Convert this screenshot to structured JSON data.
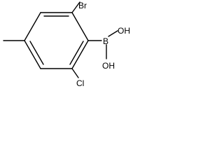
{
  "diagram_type": "chemical-structure",
  "atom_labels": {
    "bromine": "Br",
    "boron": "B",
    "hydroxyl_top": "OH",
    "hydroxyl_bottom": "OH",
    "chlorine": "Cl"
  }
}
